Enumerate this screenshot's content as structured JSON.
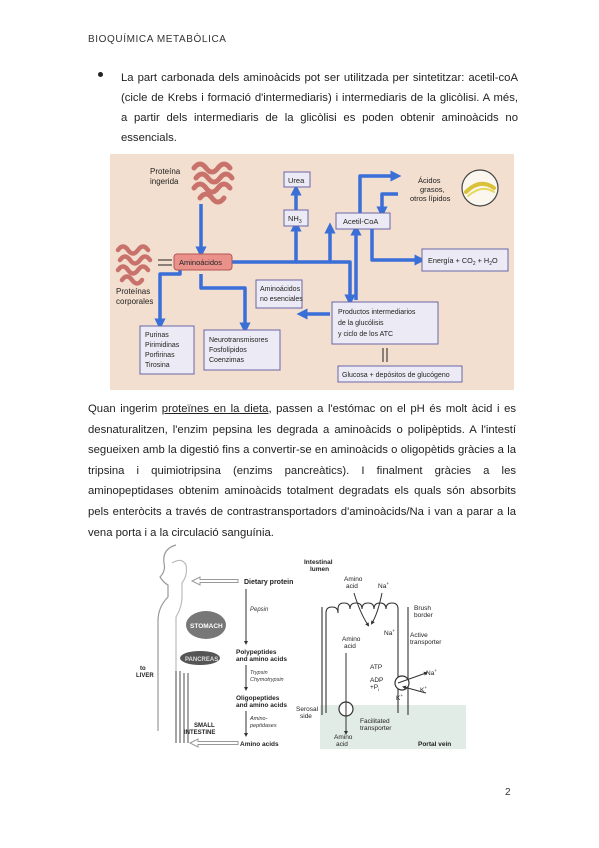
{
  "header": {
    "title": "BIOQUÍMICA METABÒLICA"
  },
  "bullet": {
    "text": "La part carbonada dels aminoàcids pot ser utilitzada per sintetitzar: acetil-coA (cicle de Krebs i formació d'intermediaris) i intermediaris de la glicòlisi. A més, a partir dels intermediaris de la glicòlisi es poden obtenir aminoàcids no essencials."
  },
  "figure1": {
    "proteina_ingerida_1": "Proteína",
    "proteina_ingerida_2": "ingerida",
    "proteinas_corporales_1": "Proteínas",
    "proteinas_corporales_2": "corporales",
    "aminoacidos": "Aminoácidos",
    "urea": "Urea",
    "nh3": "NH",
    "nh3_sub": "3",
    "acetil_coa": "Acetil-CoA",
    "acidos_1": "Ácidos",
    "acidos_2": "grasos,",
    "acidos_3": "otros lípidos",
    "energia": "Energía + CO",
    "energia_sub": "2",
    "energia_2": " + H",
    "energia_sub2": "2",
    "energia_3": "O",
    "no_esenciales_1": "Aminoácidos",
    "no_esenciales_2": "no esenciales",
    "productos_1": "Productos intermediarios",
    "productos_2": "de la glucólisis",
    "productos_3": "y ciclo de los ATC",
    "purinas_1": "Purinas",
    "purinas_2": "Pirimidinas",
    "purinas_3": "Porfirinas",
    "purinas_4": "Tirosina",
    "neuro_1": "Neurotransmisores",
    "neuro_2": "Fosfolípidos",
    "neuro_3": "Coenzimas",
    "glucosa": "Glucosa + depósitos de glucógeno"
  },
  "paragraph": {
    "part1": "Quan ingerim ",
    "underlined": "proteïnes en la dieta",
    "part2": ", passen a l'estómac on el pH és molt àcid i es desnaturalitzen, l'enzim pepsina les degrada a aminoàcids o polipèptids. A l'intestí segueixen amb la digestió fins a convertir-se en aminoàcids o oligopètids gràcies a la tripsina i quimiotripsina (enzims pancreàtics). I finalment gràcies a les aminopeptidases obtenim aminoàcids totalment degradats els quals són absorbits pels enteròcits a través de contrastransportadors d'aminoàcids/Na i van a parar a la vena porta i a la circulació sanguínia."
  },
  "figure2": {
    "dietary_protein": "Dietary protein",
    "pepsin": "Pepsin",
    "stomach": "STOMACH",
    "pancreas": "PANCREAS",
    "polypeptides_1": "Polypeptides",
    "polypeptides_2": "and amino acids",
    "trypsin": "Trypsin",
    "chymotrypsin": "Chymotrypsin",
    "to_liver_1": "to",
    "to_liver_2": "LIVER",
    "small_1": "SMALL",
    "small_2": "INTESTINE",
    "oligopeptides_1": "Oligopeptides",
    "oligopeptides_2": "and amino acids",
    "aminopeptidases_1": "Amino-",
    "aminopeptidases_2": "peptidases",
    "amino_acids": "Amino acids",
    "intestinal_1": "Intestinal",
    "intestinal_2": "lumen",
    "amino_acid_top_1": "Amino",
    "amino_acid_top_2": "acid",
    "na_plus": "Na",
    "brush_1": "Brush",
    "brush_2": "border",
    "amino_acid_mid_1": "Amino",
    "amino_acid_mid_2": "acid",
    "na_plus_2": "Na",
    "active_1": "Active",
    "active_2": "transporter",
    "atp": "ATP",
    "adp_1": "ADP",
    "adp_2": "+P",
    "adp_sub": "i",
    "na_plus_3": "Na",
    "k_plus_1": "K",
    "k_plus_2": "K",
    "serosal_1": "Serosal",
    "serosal_2": "side",
    "facilitated_1": "Facilitated",
    "facilitated_2": "transporter",
    "amino_acid_bot_1": "Amino",
    "amino_acid_bot_2": "acid",
    "portal_vein": "Portal vein"
  },
  "page_number": "2",
  "colors": {
    "arrow_blue": "#3a6fd8",
    "figure_bg": "#f2dfcf",
    "box_border": "#6a64a8",
    "box_fill": "#ecebf5",
    "amino_box": "#e9918a"
  }
}
